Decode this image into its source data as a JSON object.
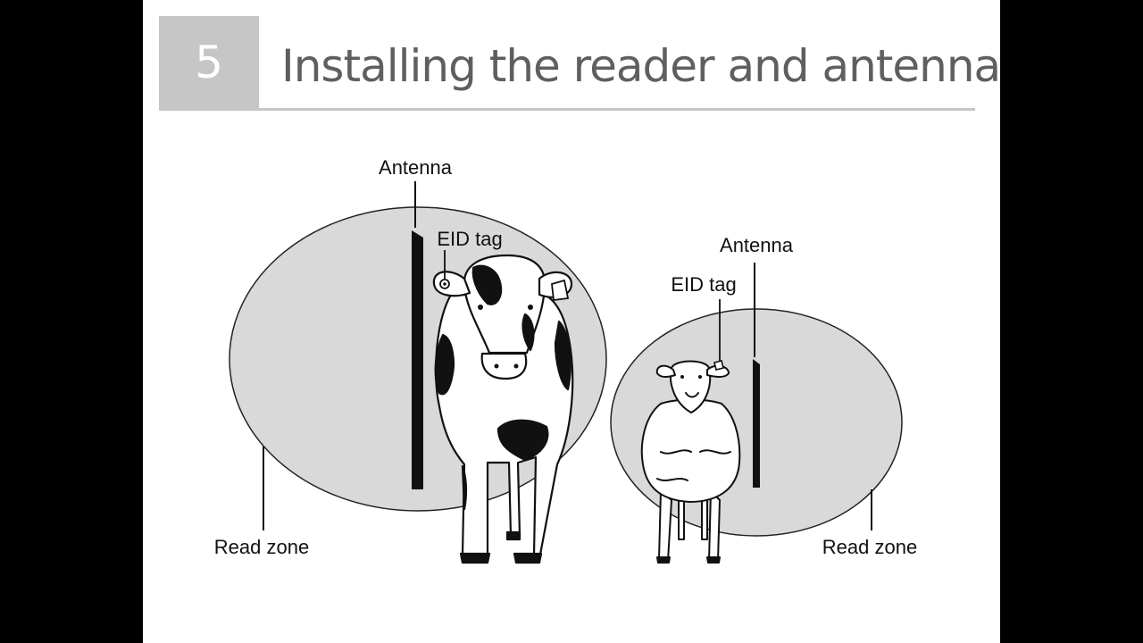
{
  "slide": {
    "section_number": "5",
    "title": "Installing the reader and antenna"
  },
  "diagram": {
    "cow_group": {
      "antenna_label": "Antenna",
      "tag_label": "EID tag",
      "zone_label": "Read zone"
    },
    "sheep_group": {
      "antenna_label": "Antenna",
      "tag_label": "EID tag",
      "zone_label": "Read zone"
    }
  },
  "colors": {
    "page_background": "#000000",
    "slide_background": "#ffffff",
    "header_gray": "#c6c6c6",
    "title_text": "#5f5f5f",
    "read_zone_fill": "#d9d9d9"
  }
}
